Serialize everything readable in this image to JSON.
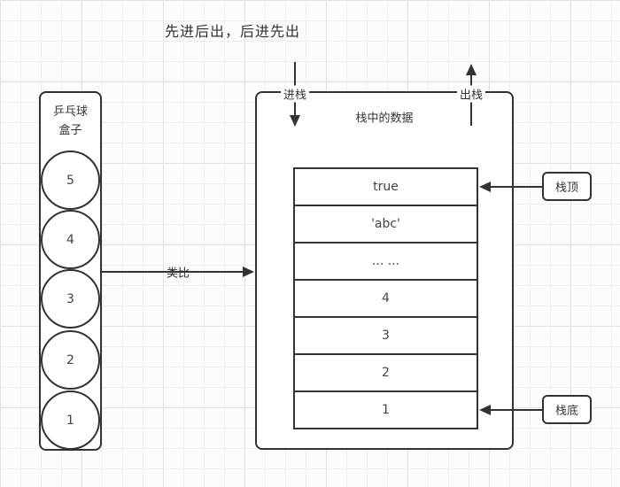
{
  "title": "先进后出，后进先出",
  "ball_box": {
    "label_line1": "乒乓球",
    "label_line2": "盒子",
    "balls": [
      "5",
      "4",
      "3",
      "2",
      "1"
    ]
  },
  "analogy": {
    "label": "类比"
  },
  "stack_box": {
    "title": "栈中的数据",
    "push_label": "进栈",
    "pop_label": "出栈",
    "cells": [
      "true",
      "'abc'",
      "... ...",
      "4",
      "3",
      "2",
      "1"
    ]
  },
  "callouts": {
    "stack_top": "栈顶",
    "stack_bottom": "栈底"
  },
  "colors": {
    "line": "#333333",
    "text": "#444444",
    "surface": "#ffffff",
    "background": "#fcfcfc",
    "grid_minor": "#efefef",
    "grid_major": "#e2e2e2"
  }
}
